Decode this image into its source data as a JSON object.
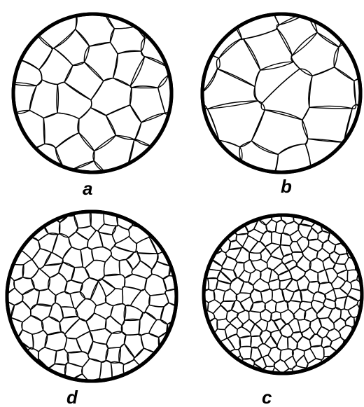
{
  "figure": {
    "panels": [
      {
        "id": "a",
        "label": "a",
        "grain_size": "coarse",
        "seed": 11
      },
      {
        "id": "b",
        "label": "b",
        "grain_size": "very-coarse",
        "seed": 23
      },
      {
        "id": "d",
        "label": "d",
        "grain_size": "fine",
        "seed": 37
      },
      {
        "id": "c",
        "label": "c",
        "grain_size": "very-fine",
        "seed": 53
      }
    ],
    "line_color": "#000000",
    "background_color": "#ffffff"
  }
}
